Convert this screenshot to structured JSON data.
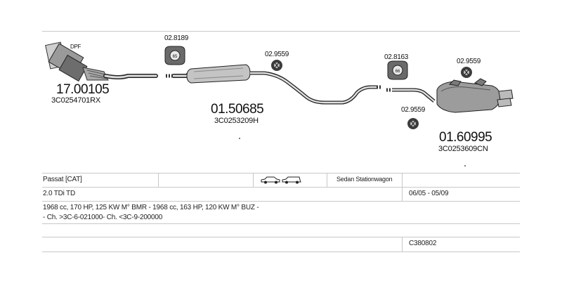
{
  "diagram": {
    "parts": [
      {
        "id": "dpf",
        "label": "DPF",
        "number": "17.00105",
        "oem": "3C0254701RX"
      },
      {
        "id": "front_muffler",
        "number": "01.50685",
        "oem": "3C0253209H"
      },
      {
        "id": "rear_muffler",
        "number": "01.60995",
        "oem": "3C0253609CN"
      }
    ],
    "fittings": [
      {
        "id": "hanger1",
        "code": "02.8189"
      },
      {
        "id": "clamp1",
        "code": "02.9559"
      },
      {
        "id": "hanger2",
        "code": "02.8163"
      },
      {
        "id": "clamp2",
        "code": "02.9559"
      },
      {
        "id": "clamp3",
        "code": "02.9559"
      }
    ]
  },
  "table": {
    "model": "Passat  [CAT]",
    "body_types": "Sedan  Stationwagon",
    "engine": "2.0 TDi TD",
    "years": "06/05 - 05/09",
    "specs_line1": "1968 cc, 170 HP, 125 KW M° BMR - 1968 cc, 163 HP, 120 KW M° BUZ -",
    "specs_line2": "- Ch. >3C-6-021000- Ch. <3C-9-200000",
    "code": "C380802"
  },
  "icons": {
    "car_sedan": "sedan-car-icon",
    "car_wagon": "stationwagon-car-icon",
    "hanger": "rubber-hanger-icon",
    "clamp": "clamp-icon"
  }
}
